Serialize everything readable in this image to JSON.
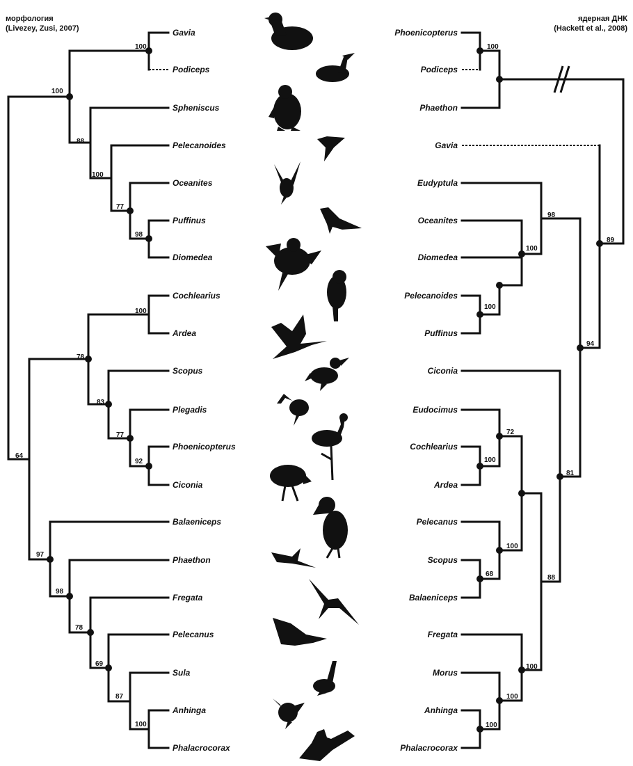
{
  "left_tree": {
    "title_line1": "морфология",
    "title_line2": "(Livezey, Zusi, 2007)",
    "taxa": [
      "Gavia",
      "Podiceps",
      "Spheniscus",
      "Pelecanoides",
      "Oceanites",
      "Puffinus",
      "Diomedea",
      "Cochlearius",
      "Ardea",
      "Scopus",
      "Plegadis",
      "Phoenicopterus",
      "Ciconia",
      "Balaeniceps",
      "Phaethon",
      "Fregata",
      "Pelecanus",
      "Sula",
      "Anhinga",
      "Phalacrocorax"
    ],
    "supports": [
      "100",
      "100",
      "88",
      "100",
      "77",
      "98",
      "100",
      "78",
      "83",
      "77",
      "92",
      "64",
      "97",
      "98",
      "78",
      "69",
      "87",
      "100"
    ]
  },
  "right_tree": {
    "title_line1": "ядерная ДНК",
    "title_line2": "(Hackett et al., 2008)",
    "taxa": [
      "Phoenicopterus",
      "Podiceps",
      "Phaethon",
      "Gavia",
      "Eudyptula",
      "Oceanites",
      "Diomedea",
      "Pelecanoides",
      "Puffinus",
      "Ciconia",
      "Eudocimus",
      "Cochlearius",
      "Ardea",
      "Pelecanus",
      "Scopus",
      "Balaeniceps",
      "Fregata",
      "Morus",
      "Anhinga",
      "Phalacrocorax"
    ],
    "supports": [
      "100",
      "98",
      "100",
      "100",
      "89",
      "94",
      "72",
      "100",
      "100",
      "68",
      "81",
      "88",
      "100",
      "100",
      "100"
    ]
  },
  "silhouettes": [
    "loon",
    "grebe",
    "penguin",
    "diving-petrel",
    "storm-petrel",
    "shearwater",
    "albatross",
    "boat-billed-heron",
    "heron",
    "hamerkop",
    "ibis",
    "flamingo",
    "stork",
    "shoebill",
    "tropicbird",
    "frigatebird",
    "pelican",
    "booby",
    "anhinga",
    "cormorant"
  ]
}
